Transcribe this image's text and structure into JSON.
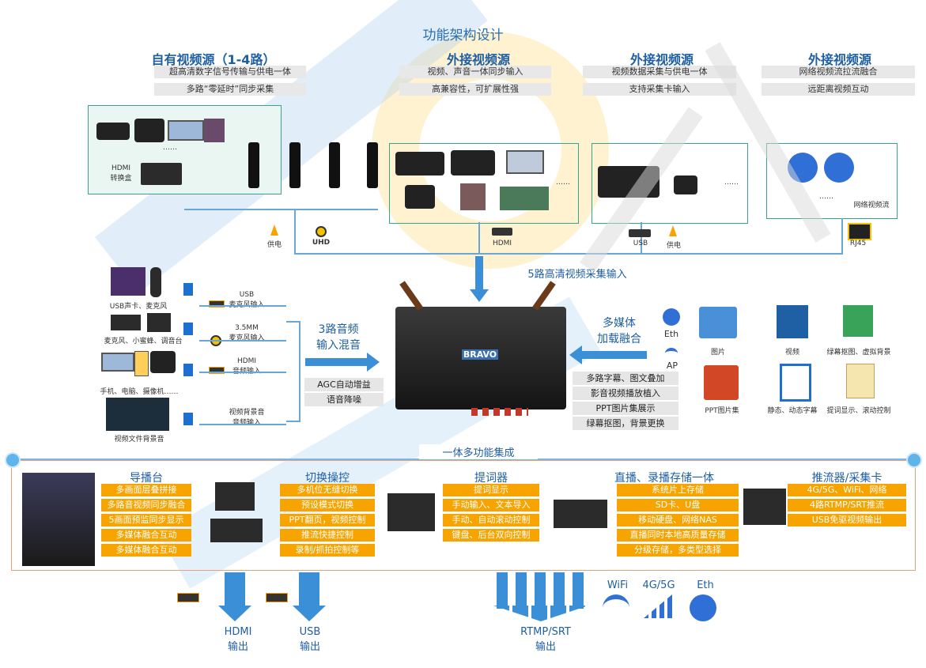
{
  "title": "功能架构设计",
  "sources": [
    {
      "heading": "自有视频源（1-4路）",
      "tags": [
        "超高清数字信号传输与供电一体",
        "多路“零延时”同步采集"
      ]
    },
    {
      "heading": "外接视频源",
      "tags": [
        "视频、声音一体同步输入",
        "高兼容性，可扩展性强"
      ]
    },
    {
      "heading": "外接视频源",
      "tags": [
        "视频数据采集与供电一体",
        "支持采集卡输入"
      ]
    },
    {
      "heading": "外接视频源",
      "tags": [
        "网络视频流拉流融合",
        "远距离视频互动"
      ]
    }
  ],
  "own_box": {
    "dots": "……",
    "hdmi_label": "HDMI\n转换盒"
  },
  "ext1_dots": "……",
  "ext2_dots": "……",
  "net_box": {
    "dots": "……",
    "label": "网络视频流"
  },
  "bus_labels": {
    "power1": "供电",
    "uhd": "UHD",
    "hdmi": "HDMI",
    "usb": "USB",
    "power2": "供电",
    "rj45": "RJ45"
  },
  "capture_label": "5路高清视频采集输入",
  "audio_sources": [
    {
      "label": "USB声卡、麦克风",
      "conn": "USB\n麦克风输入"
    },
    {
      "label": "麦克风、小蜜蜂、调音台",
      "conn": "3.5MM\n麦克风输入"
    },
    {
      "label": "手机、电脑、摄像机……",
      "conn": "HDMI\n音频输入"
    },
    {
      "label": "视频文件背景音",
      "conn": "视频背景音\n音频输入"
    }
  ],
  "audio_mix": {
    "title": "3路音频\n输入混音",
    "tags": [
      "AGC自动增益",
      "语音降噪"
    ]
  },
  "device_label": "BRAVO",
  "media": {
    "title": "多媒体\n加载融合",
    "eth": "Eth",
    "ap": "AP",
    "tags": [
      "多路字幕、图文叠加",
      "影音视频播放植入",
      "PPT图片集展示",
      "绿幕抠图，背景更换"
    ],
    "icons": [
      {
        "icon": "image-icon",
        "label": "图片"
      },
      {
        "icon": "video-icon",
        "label": "视频"
      },
      {
        "icon": "greenscreen-icon",
        "label": "绿幕抠图、虚拟背景"
      },
      {
        "icon": "ppt-icon",
        "label": "PPT图片集"
      },
      {
        "icon": "subtitle-icon",
        "label": "静态、动态字幕"
      },
      {
        "icon": "prompter-icon",
        "label": "提词显示、滚动控制"
      }
    ]
  },
  "integration_title": "一体多功能集成",
  "features": [
    {
      "title": "导播台",
      "items": [
        "多画面层叠拼接",
        "多路音视频同步融合",
        "5画面预监同步显示",
        "多媒体融合互动",
        "多媒体融合互动"
      ]
    },
    {
      "title": "切换操控",
      "items": [
        "多机位无缝切换",
        "预设模式切换",
        "PPT翻页，视频控制",
        "推流快捷控制",
        "录制/抓拍控制等"
      ]
    },
    {
      "title": "提词器",
      "items": [
        "提词显示",
        "手动输入、文本导入",
        "手动、自动滚动控制",
        "键盘、后台双向控制"
      ]
    },
    {
      "title": "直播、录播存储一体",
      "items": [
        "系统片上存储",
        "SD卡、U盘",
        "移动硬盘、网络NAS",
        "直播同时本地高质量存储",
        "分级存储，多类型选择"
      ]
    },
    {
      "title": "推流器/采集卡",
      "items": [
        "4G/5G、WiFi、网络",
        "4路RTMP/SRT推流",
        "USB免驱视频输出"
      ]
    }
  ],
  "outputs": [
    {
      "label": "HDMI\n输出"
    },
    {
      "label": "USB\n输出"
    },
    {
      "label": "RTMP/SRT\n输出"
    }
  ],
  "net_out": {
    "wifi": "WiFi",
    "cell": "4G/5G",
    "eth": "Eth"
  },
  "colors": {
    "accent_blue": "#1f5fa3",
    "arrow_blue": "#3b8fd6",
    "orange": "#f7a400",
    "teal": "#3aa38e"
  }
}
